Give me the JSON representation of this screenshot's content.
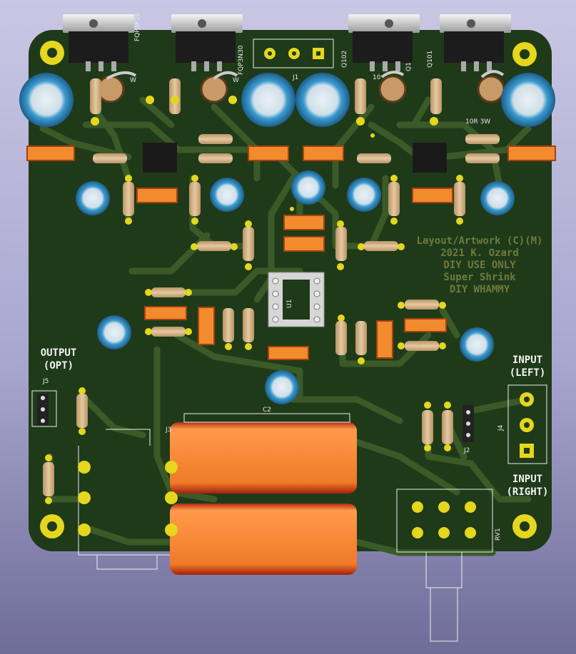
{
  "colors": {
    "board": "#1f3a19",
    "trace": "#3a5a28",
    "pad": "#e5d61e",
    "silk": "#f2f2f2",
    "art_text": "#6f7a3e",
    "cap_body": "#f28a2e",
    "resistor_body": "#d7b58b",
    "electrolytic": "#2f86b8"
  },
  "artwork_lines": [
    "Layout/Artwork (C)(M)",
    "2021 K. Ozard",
    "DIY USE ONLY",
    "Super Shrink",
    "DIY WHAMMY"
  ],
  "labels": {
    "output": "OUTPUT",
    "output_opt": "(OPT)",
    "input_left": "INPUT",
    "input_left_sub": "(LEFT)",
    "input_right": "INPUT",
    "input_right_sub": "(RIGHT)"
  },
  "refs": {
    "q1": "FQP3P20",
    "q2": "FQP3N30",
    "q3": "Q102",
    "q4": "Q101",
    "q5": "Q1",
    "j1": "J1",
    "j2": "J2",
    "j3": "J3",
    "j4": "J4",
    "j5": "J5",
    "u1": "U1",
    "c2": "C2",
    "rv1": "RV1",
    "r10r": "10R 3W",
    "r10": "10",
    "w1": "W",
    "w2": "W"
  }
}
